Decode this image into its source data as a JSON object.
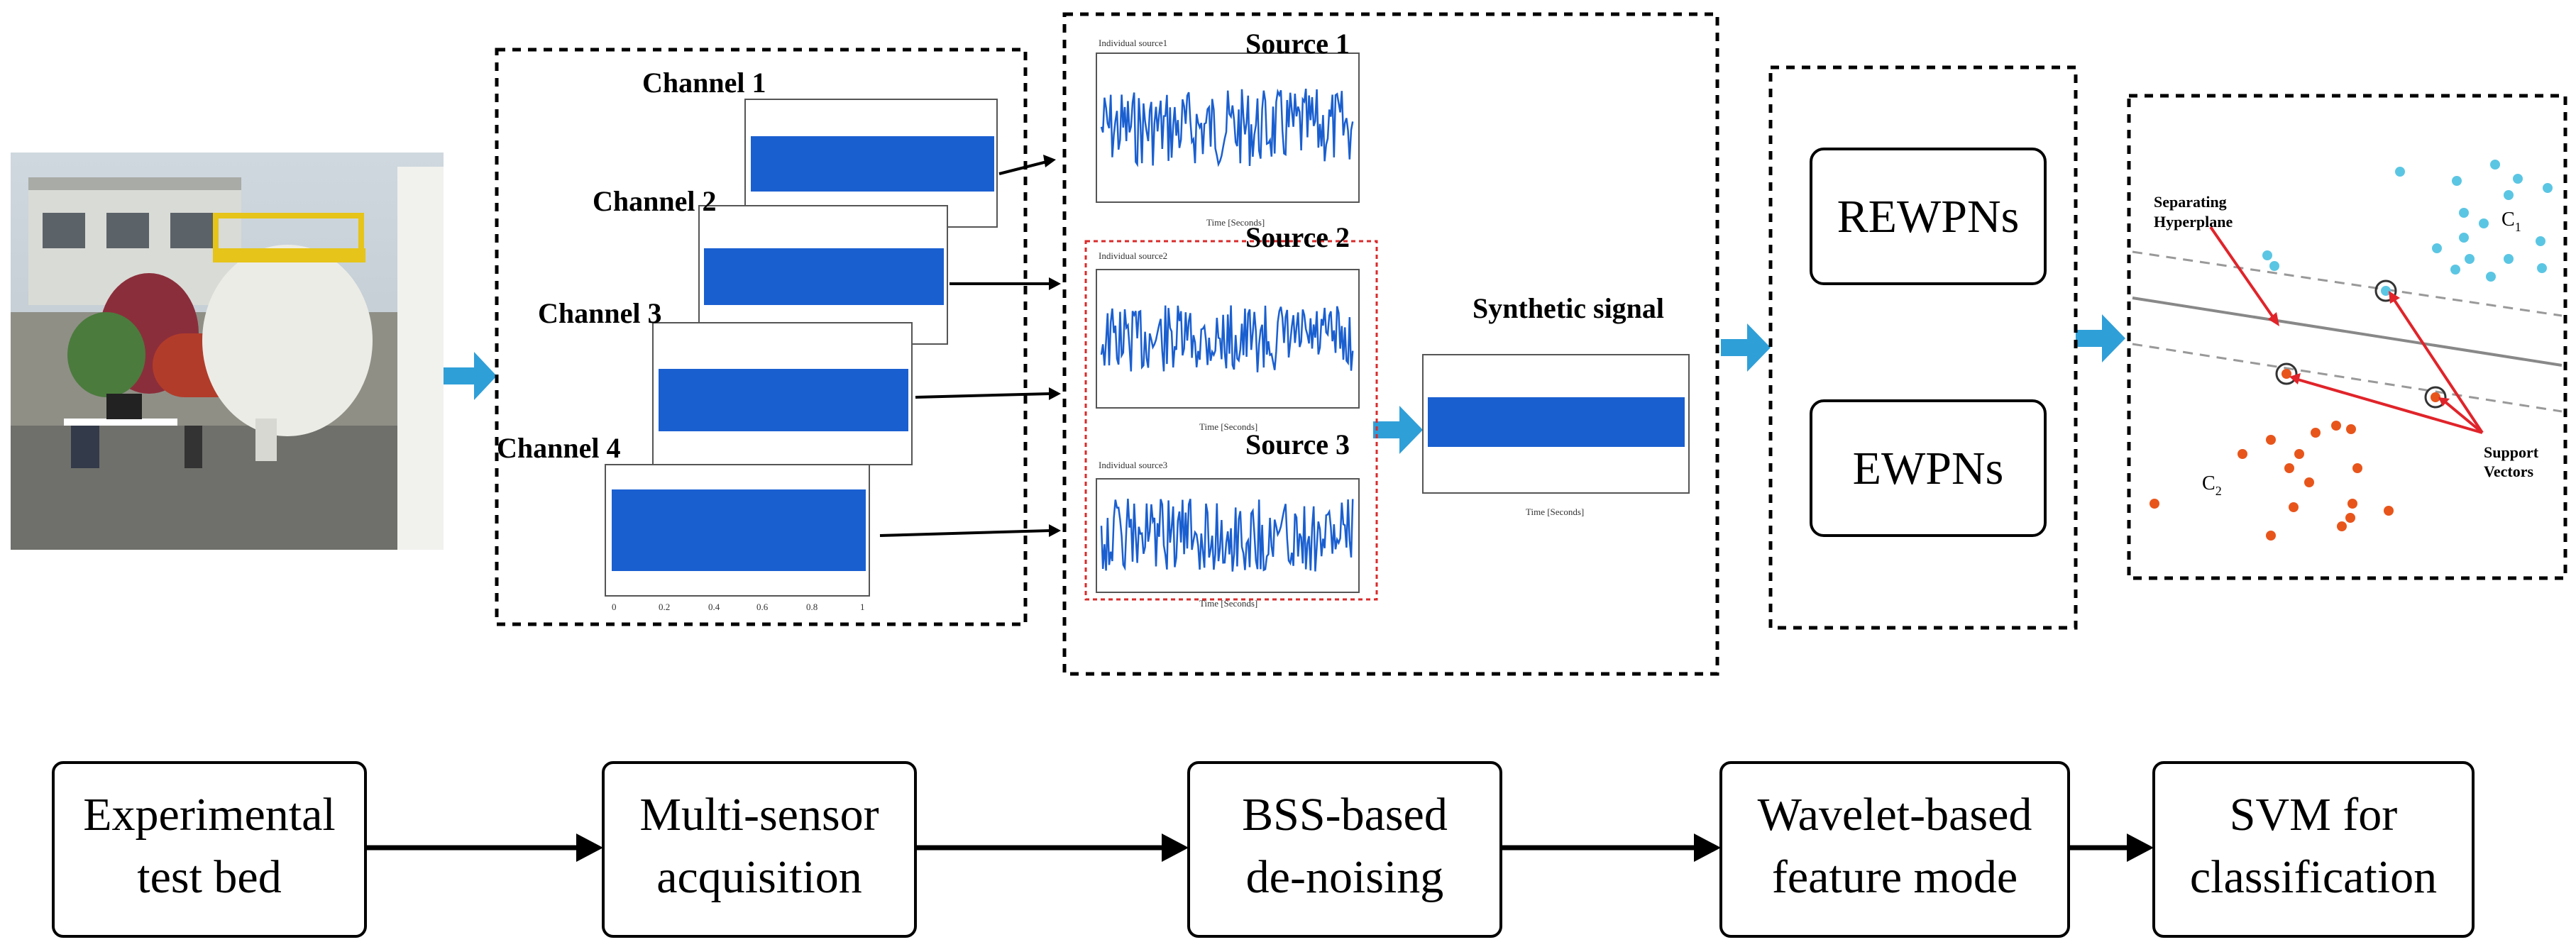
{
  "channels": [
    "Channel 1",
    "Channel 2",
    "Channel 3",
    "Channel 4"
  ],
  "channel4_ticks": [
    "0",
    "0.2",
    "0.4",
    "0.6",
    "0.8",
    "1"
  ],
  "sources": [
    "Source 1",
    "Source 2",
    "Source 3"
  ],
  "source_panel_titles": [
    "Individual source1",
    "Individual source2",
    "Individual source3"
  ],
  "time_axis_label": "Time [Seconds]",
  "synthetic_label": "Synthetic signal",
  "features": {
    "rewpn": "REWPNs",
    "ewpn": "EWPNs"
  },
  "svm": {
    "hyperplane_label_1": "Separating",
    "hyperplane_label_2": "Hyperplane",
    "support_label_1": "Support",
    "support_label_2": "Vectors",
    "class1": "C",
    "class1_sub": "1",
    "class2": "C",
    "class2_sub": "2"
  },
  "colors": {
    "signal": "#1a5fd0",
    "arrow": "#2f9fd8",
    "class1": "#5bc6e3",
    "class2": "#e8551b",
    "vectors": "#e0242a"
  },
  "flow": [
    [
      "Experimental",
      "test bed"
    ],
    [
      "Multi-sensor",
      "acquisition"
    ],
    [
      "BSS-based",
      "de-noising"
    ],
    [
      "Wavelet-based",
      "feature mode"
    ],
    [
      "SVM for",
      "classification"
    ]
  ]
}
